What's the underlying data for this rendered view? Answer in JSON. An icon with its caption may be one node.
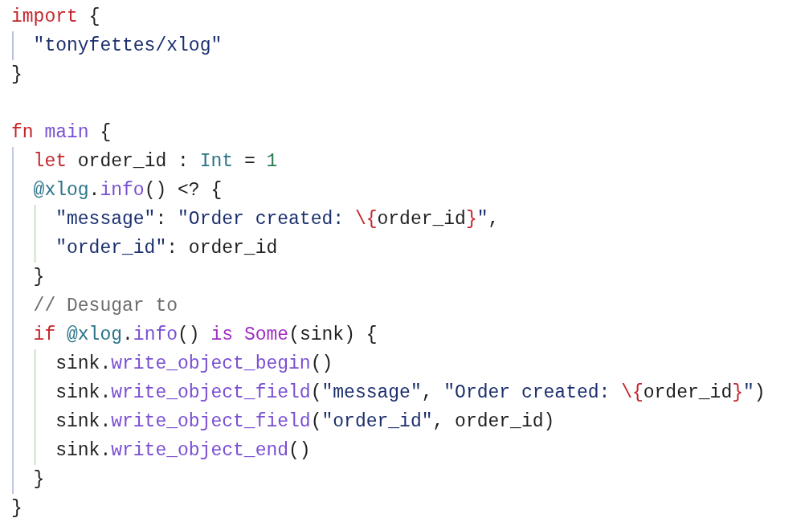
{
  "diagram": {
    "labels": [
      "import {",
      "\"tonyfettes/xlog\"",
      "}",
      "fn main {",
      "let order_id : Int = 1",
      "@xlog.info() <? {",
      "\"message\": \"Order created: \\{order_id}\",",
      "\"order_id\": order_id",
      "}",
      "// Desugar to",
      "if @xlog.info() is Some(sink) {",
      "sink.write_object_begin()",
      "sink.write_object_field(\"message\", \"Order created: \\{order_id}\")",
      "sink.write_object_field(\"order_id\", order_id)",
      "sink.write_object_end()",
      "}",
      "}"
    ]
  }
}
